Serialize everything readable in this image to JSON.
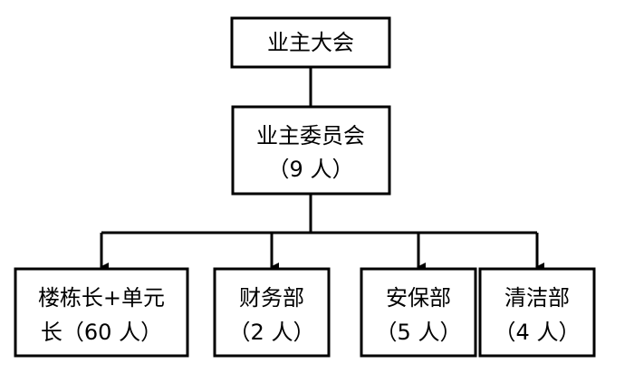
{
  "diagram": {
    "top": {
      "label": "业主大会"
    },
    "committee": {
      "line1": "业主委员会",
      "line2": "（9 人）"
    },
    "departments": [
      {
        "line1": "楼栋长+单元",
        "line2": "长（60 人）"
      },
      {
        "line1": "财务部",
        "line2": "（2 人）"
      },
      {
        "line1": "安保部",
        "line2": "（5 人）"
      },
      {
        "line1": "清洁部",
        "line2": "（4 人）"
      }
    ]
  }
}
